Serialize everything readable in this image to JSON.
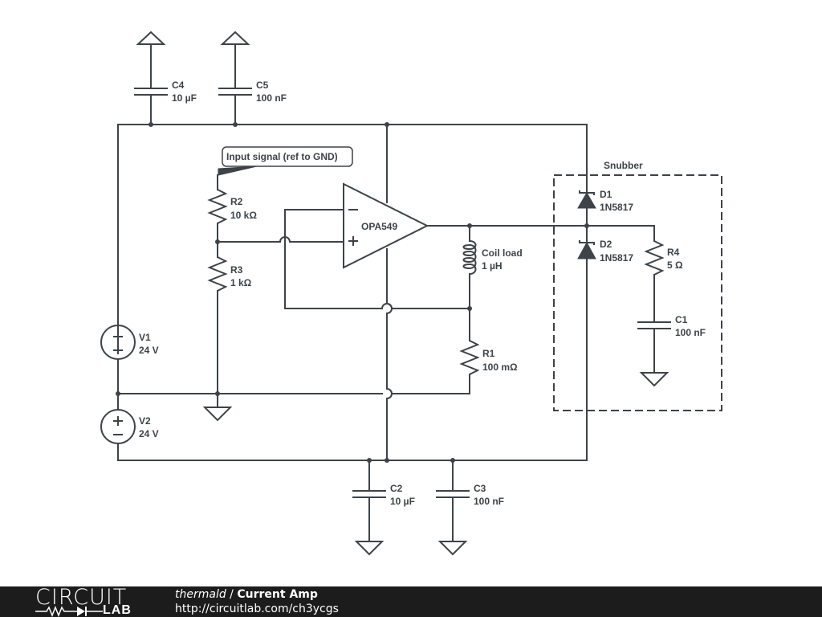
{
  "schematic": {
    "annotation": "Input signal (ref to GND)",
    "snubber_label": "Snubber",
    "components": {
      "C4": {
        "ref": "C4",
        "value": "10 µF"
      },
      "C5": {
        "ref": "C5",
        "value": "100 nF"
      },
      "R2": {
        "ref": "R2",
        "value": "10 kΩ"
      },
      "R3": {
        "ref": "R3",
        "value": "1 kΩ"
      },
      "U1": {
        "ref": "OPA549",
        "minus": "−",
        "plus": "+"
      },
      "L1": {
        "ref": "Coil load",
        "value": "1 µH"
      },
      "R1": {
        "ref": "R1",
        "value": "100 mΩ"
      },
      "D1": {
        "ref": "D1",
        "value": "1N5817"
      },
      "D2": {
        "ref": "D2",
        "value": "1N5817"
      },
      "R4": {
        "ref": "R4",
        "value": "5 Ω"
      },
      "C1": {
        "ref": "C1",
        "value": "100 nF"
      },
      "V1": {
        "ref": "V1",
        "value": "24 V"
      },
      "V2": {
        "ref": "V2",
        "value": "24 V"
      },
      "C2": {
        "ref": "C2",
        "value": "10 µF"
      },
      "C3": {
        "ref": "C3",
        "value": "100 nF"
      }
    }
  },
  "footer": {
    "logo_top": "CIRCUIT",
    "logo_bottom": "LAB",
    "user": "thermald",
    "separator": " / ",
    "project": "Current Amp",
    "url": "http://circuitlab.com/ch3ycgs"
  }
}
